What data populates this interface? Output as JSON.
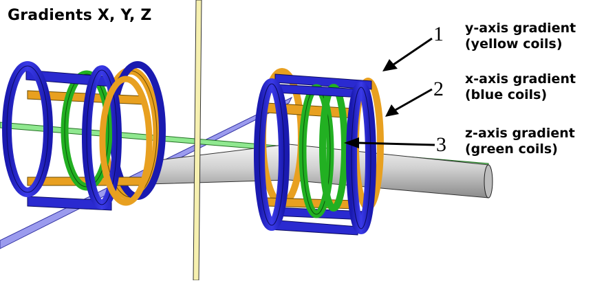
{
  "title": "Gradients X, Y, Z",
  "colors": {
    "blue_coil": "#2a2ad0",
    "blue_coil_dark": "#14149a",
    "yellow_coil": "#e8a020",
    "green_coil": "#22b022",
    "y_axis_rod": "#f6f0b0",
    "z_axis_plane": "#90e890",
    "x_axis_plane": "#7a7ae8",
    "bore_tube": "#d8d8d8"
  },
  "callouts": [
    {
      "number": "1",
      "line1": "y-axis gradient",
      "line2": "(yellow coils)"
    },
    {
      "number": "2",
      "line1": "x-axis gradient",
      "line2": "(blue coils)"
    },
    {
      "number": "3",
      "line1": "z-axis gradient",
      "line2": "(green coils)"
    }
  ]
}
